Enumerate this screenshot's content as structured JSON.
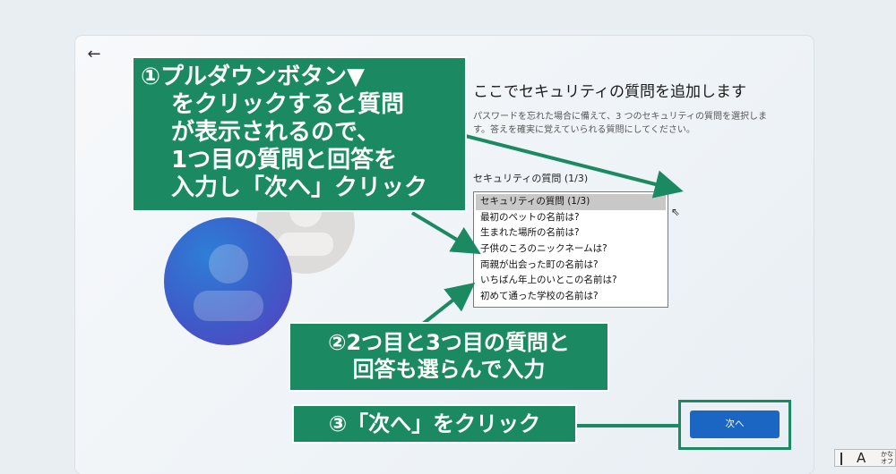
{
  "back_button": {
    "icon": "arrow-left-icon",
    "glyph": "←"
  },
  "page": {
    "title": "ここでセキュリティの質問を追加します",
    "description": "パスワードを忘れた場合に備えて、3 つのセキュリティの質問を選択します。答えを確実に覚えていられる質問にしてください。",
    "question_label": "セキュリティの質問 (1/3)"
  },
  "dropdown": {
    "items": [
      {
        "label": "セキュリティの質問 (1/3)",
        "selected": true
      },
      {
        "label": "最初のペットの名前は?"
      },
      {
        "label": "生まれた場所の名前は?"
      },
      {
        "label": "子供のころのニックネームは?"
      },
      {
        "label": "両親が出会った町の名前は?"
      },
      {
        "label": "いちばん年上のいとこの名前は?"
      },
      {
        "label": "初めて通った学校の名前は?"
      }
    ]
  },
  "next_button": {
    "label": "次へ"
  },
  "annotations": {
    "callout1": [
      "①プルダウンボタン▼",
      "をクリックすると質問",
      "が表示されるので、",
      "1つ目の質問と回答を",
      "入力し「次へ」クリック"
    ],
    "callout2": [
      "②2つ目と3つ目の質問と",
      "回答も選らんで入力"
    ],
    "callout3": "③「次へ」をクリック",
    "color": "#1b8a62"
  },
  "ime": {
    "letter": "A",
    "kana_line1": "かな",
    "kana_line2": "オフ"
  },
  "colors": {
    "accent": "#1a66c2",
    "callout": "#1b8a62"
  }
}
